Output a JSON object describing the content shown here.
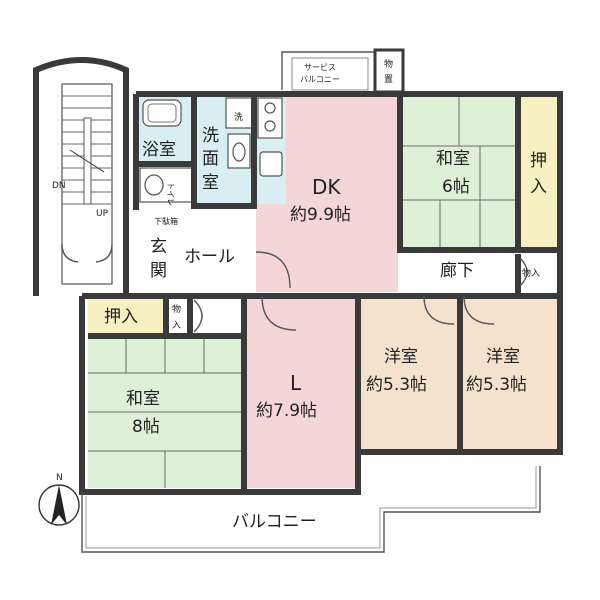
{
  "colors": {
    "dk": "#f4d6d6",
    "living": "#f4d6d6",
    "washitsu": "#dff0d8",
    "youshitsu": "#f4e2cc",
    "storage": "#f7f0c0",
    "wet": "#d8eef2",
    "wall": "#3a3a3a"
  },
  "rooms": {
    "bath": "浴室",
    "wash": [
      "洗",
      "面",
      "室"
    ],
    "wash_small": "洗",
    "toilet": "トイレ",
    "dk": [
      "DK",
      "約9.9帖"
    ],
    "living": [
      "L",
      "約7.9帖"
    ],
    "washitsu6": [
      "和室",
      "6帖"
    ],
    "oshiire_v": [
      "押",
      "入"
    ],
    "hall": "ホール",
    "genkan": [
      "玄",
      "関"
    ],
    "getabako": "下駄箱",
    "rouka": "廊下",
    "mono_r": "物入",
    "oshiire_h": "押入",
    "mono_l": [
      "物",
      "入"
    ],
    "washitsu8": [
      "和室",
      "8帖"
    ],
    "youshitsu1": [
      "洋室",
      "約5.3帖"
    ],
    "youshitsu2": [
      "洋室",
      "約5.3帖"
    ],
    "balcony": "バルコニー",
    "service_balcony": [
      "サービス",
      "バルコニー"
    ],
    "mono_top": [
      "物",
      "置"
    ]
  },
  "stairs": {
    "down": "DN",
    "up": "UP"
  },
  "compass": "N"
}
